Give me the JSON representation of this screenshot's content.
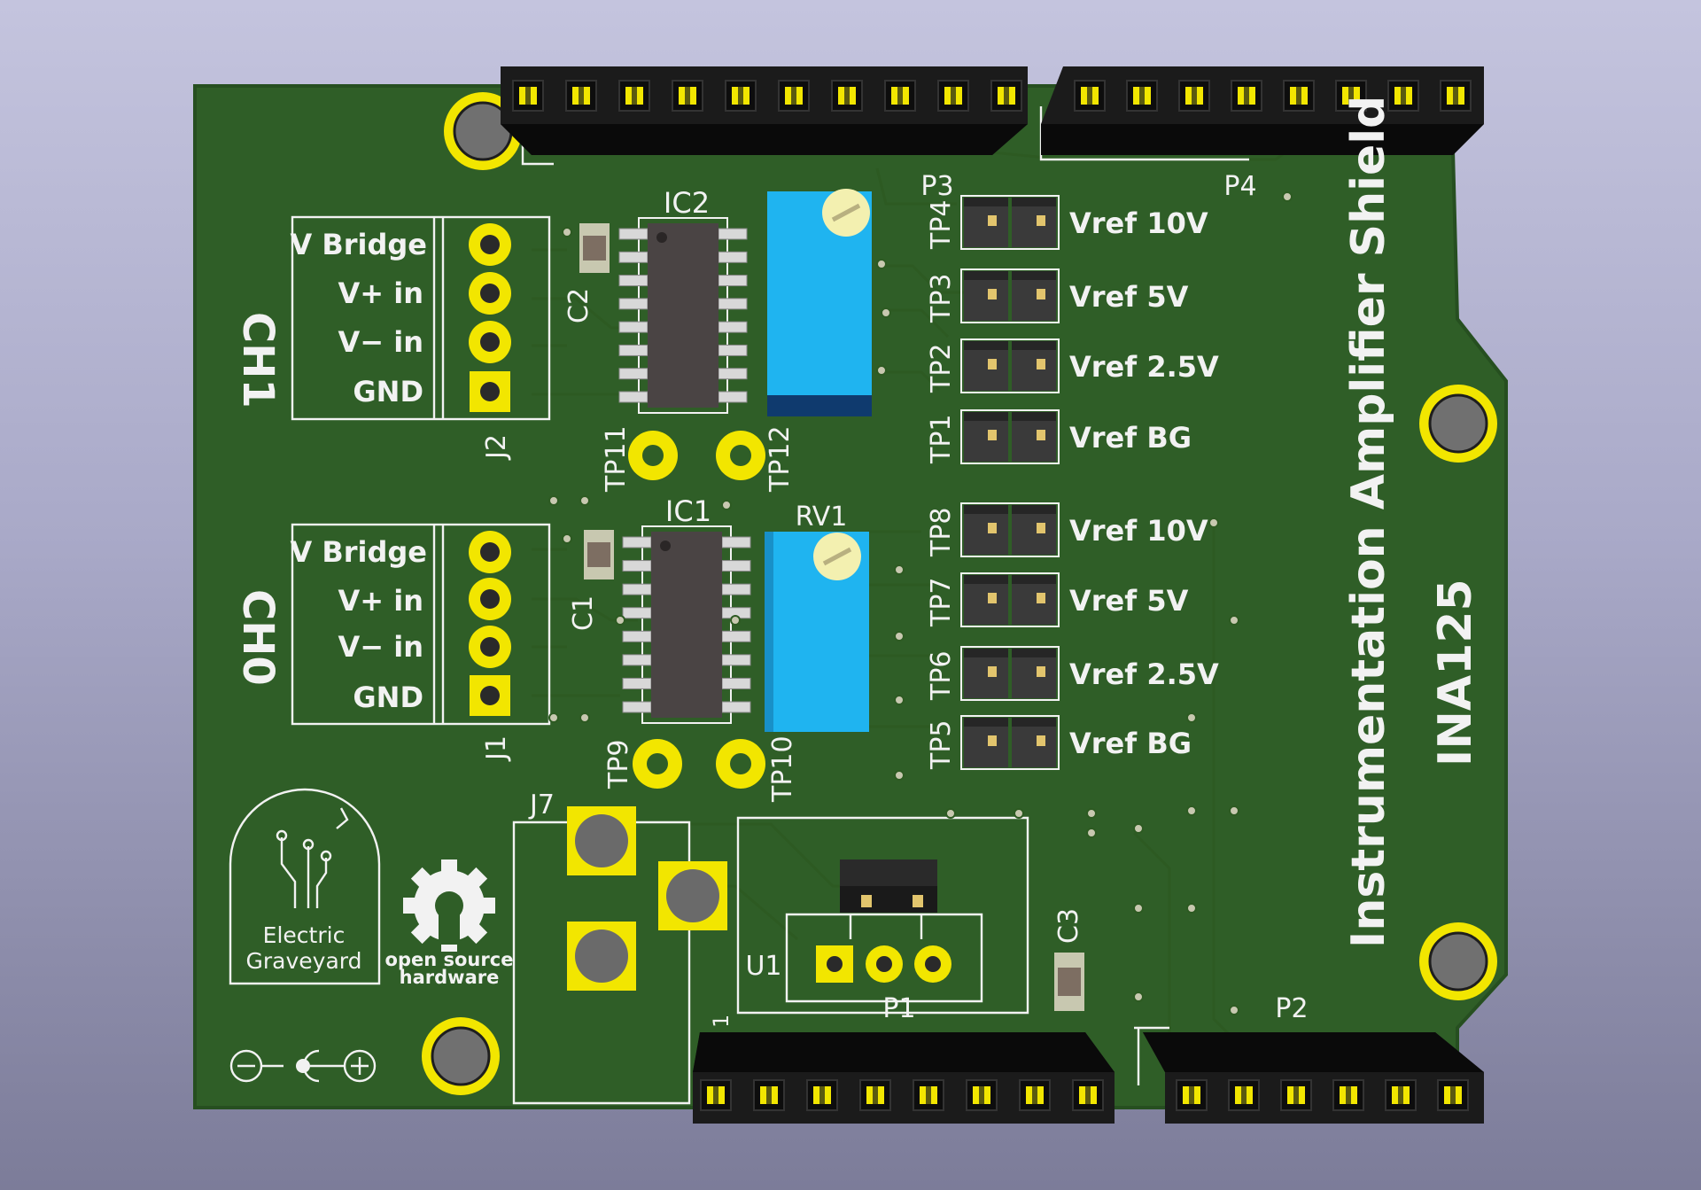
{
  "board": {
    "title": "Instrumentation Amplifier Shield",
    "subtitle": "INA125",
    "colors": {
      "pcb": "#2f5e27",
      "gold": "#f2e600",
      "silk": "#f2f2f2",
      "trimmer": "#1fb4f0",
      "header": "#1b1b1b"
    }
  },
  "channels": [
    {
      "label": "CH1",
      "connector": "J2",
      "pins": [
        "V Bridge",
        "V+ in",
        "V− in",
        "GND"
      ],
      "ic": "IC2",
      "cap": "C2",
      "tp_left": "TP11",
      "tp_right": "TP12",
      "vref": [
        {
          "tp": "TP4",
          "label": "Vref 10V"
        },
        {
          "tp": "TP3",
          "label": "Vref 5V"
        },
        {
          "tp": "TP2",
          "label": "Vref 2.5V"
        },
        {
          "tp": "TP1",
          "label": "Vref BG"
        }
      ]
    },
    {
      "label": "CH0",
      "connector": "J1",
      "pins": [
        "V Bridge",
        "V+ in",
        "V− in",
        "GND"
      ],
      "ic": "IC1",
      "cap": "C1",
      "trimmer": "RV1",
      "tp_left": "TP9",
      "tp_right": "TP10",
      "vref": [
        {
          "tp": "TP8",
          "label": "Vref 10V"
        },
        {
          "tp": "TP7",
          "label": "Vref 5V"
        },
        {
          "tp": "TP6",
          "label": "Vref 2.5V"
        },
        {
          "tp": "TP5",
          "label": "Vref BG"
        }
      ]
    }
  ],
  "refs": {
    "p3": "P3",
    "p4": "P4",
    "p1": "P1",
    "p2": "P2",
    "j7": "J7",
    "u1": "U1",
    "c3": "C3",
    "pin1": "1"
  },
  "logos": {
    "eg_line1": "Electric",
    "eg_line2": "Graveyard",
    "osh_line1": "open source",
    "osh_line2": "hardware"
  }
}
